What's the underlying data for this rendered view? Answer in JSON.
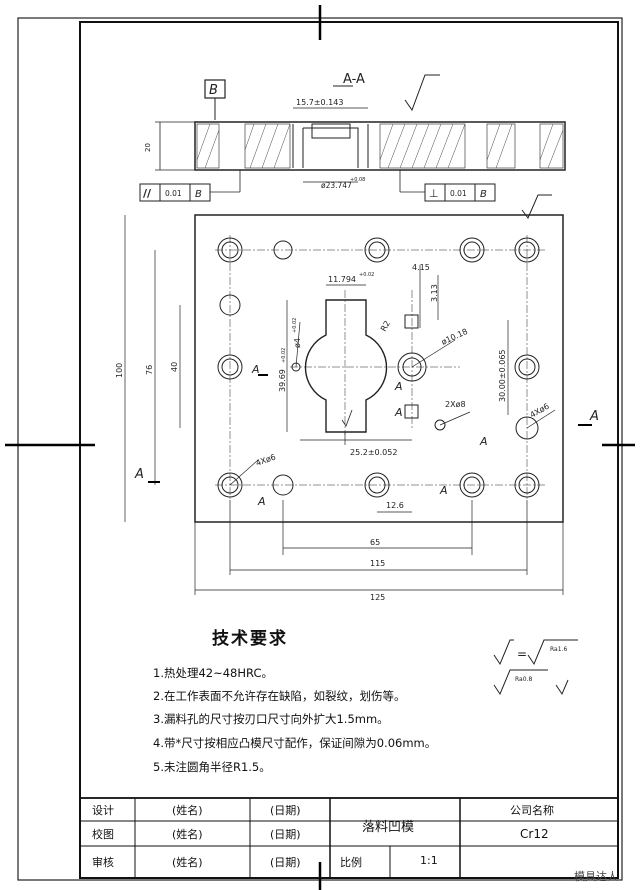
{
  "section_label": "A-A",
  "datum_label": "B",
  "dims_section": {
    "top": "15.7±0.143",
    "bottom": "ø23.747",
    "bottom_tol": "+0.08",
    "thickness": "20",
    "parallelism": "//",
    "parallelism_value": "0.01",
    "parallelism_datum": "B",
    "perp": "⊥",
    "perp_value": "0.01",
    "perp_datum": "B"
  },
  "dims_plan": {
    "slot_width": "11.794",
    "slot_width_tol": "+0.02",
    "slot_height": "39.69",
    "slot_height_tol": "+0.02",
    "small_hole": "ø4",
    "small_hole_tol": "+0.02",
    "small_radius": "R2",
    "p_415": "4.15",
    "p_313": "3.13",
    "hole_1018": "ø10.18",
    "vert_30": "30.00±0.065",
    "two_x_a": "2Xø8",
    "horiz_252": "25.2±0.052",
    "horiz_126": "12.6",
    "three_x": "4Xø6",
    "four_x": "4Xø6",
    "w65": "65",
    "w115": "115",
    "w125": "125",
    "h100": "100",
    "h76": "76",
    "h40": "40",
    "section_A": "A",
    "roughness_top": "√",
    "roughness_plan": "√"
  },
  "tech": {
    "title": "技术要求",
    "items": [
      "1.热处理42~48HRC。",
      "2.在工作表面不允许存在缺陷，如裂纹，划伤等。",
      "3.漏料孔的尺寸按刃口尺寸向外扩大1.5mm。",
      "4.带*尺寸按相应凸模尺寸配作，保证间隙为0.06mm。",
      "5.未注圆角半径R1.5。"
    ],
    "ra1": "Ra1.6",
    "ra2": "Ra0.8"
  },
  "title_block": {
    "r1c1": "设计",
    "r1c2": "(姓名)",
    "r1c3": "(日期)",
    "r2c1": "校图",
    "r2c2": "(姓名)",
    "r2c3": "(日期)",
    "r3c1": "审核",
    "r3c2": "(姓名)",
    "r3c3": "(日期)",
    "part_name": "落料凹模",
    "scale_label": "比例",
    "scale_value": "1:1",
    "company": "公司名称",
    "material": "Cr12"
  },
  "watermark": "模具达人"
}
